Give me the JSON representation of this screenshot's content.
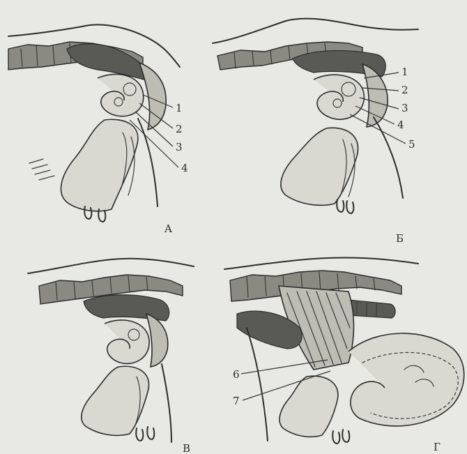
{
  "panels": [
    {
      "id": "A",
      "letter": "A",
      "callouts": [
        "1",
        "2",
        "3",
        "4"
      ]
    },
    {
      "id": "B",
      "letter": "Б",
      "callouts": [
        "1",
        "2",
        "3",
        "4",
        "5"
      ]
    },
    {
      "id": "C",
      "letter": "В",
      "callouts": []
    },
    {
      "id": "D",
      "letter": "Г",
      "callouts": [
        "6",
        "7"
      ]
    }
  ]
}
